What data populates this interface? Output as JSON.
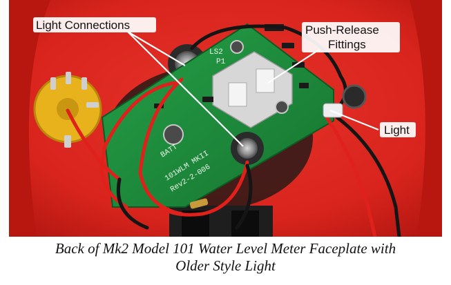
{
  "callouts": {
    "light_connections": "Light Connections",
    "push_release": "Push-Release",
    "fittings": "Fittings",
    "light": "Light"
  },
  "caption": {
    "line1": "Back of Mk2 Model 101 Water Level Meter Faceplate with",
    "line2": "Older Style Light"
  },
  "pcb_text": {
    "batt": "BATT",
    "model": "101WLM MKII",
    "rev": "Rev2-2-006",
    "p1": "P1",
    "ls2": "LS2"
  },
  "colors": {
    "faceplate": "#d8241c",
    "pcb": "#1f8a3a",
    "wire_red": "#e0201a",
    "wire_black": "#151515",
    "potentiometer": "#e7b21c"
  }
}
